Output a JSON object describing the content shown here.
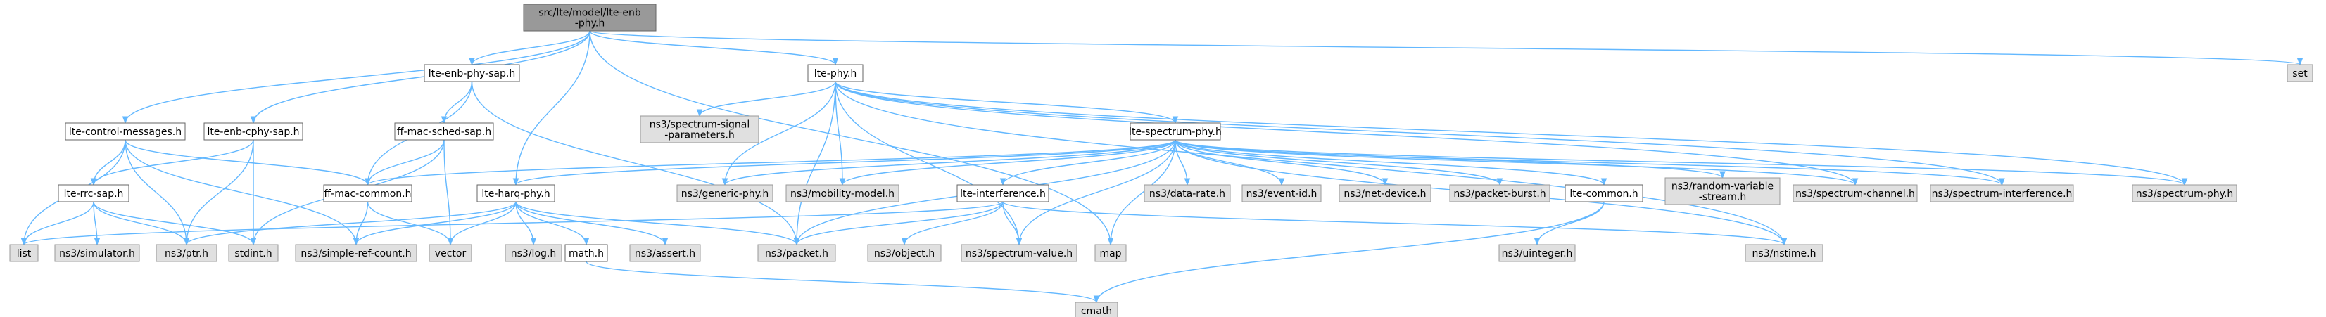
{
  "nodes": [
    {
      "id": "root",
      "lines": [
        "src/lte/model/lte-enb",
        "-phy.h"
      ],
      "style": "root"
    },
    {
      "id": "set",
      "lines": [
        "set"
      ],
      "style": "gray"
    },
    {
      "id": "lte-control-messages",
      "lines": [
        "lte-control-messages.h"
      ],
      "style": "white"
    },
    {
      "id": "lte-enb-cphy-sap",
      "lines": [
        "lte-enb-cphy-sap.h"
      ],
      "style": "white"
    },
    {
      "id": "lte-enb-phy-sap",
      "lines": [
        "lte-enb-phy-sap.h"
      ],
      "style": "white"
    },
    {
      "id": "lte-phy",
      "lines": [
        "lte-phy.h"
      ],
      "style": "white"
    },
    {
      "id": "ff-mac-sched-sap",
      "lines": [
        "ff-mac-sched-sap.h"
      ],
      "style": "white"
    },
    {
      "id": "spectrum-signal-parameters",
      "lines": [
        "ns3/spectrum-signal",
        "-parameters.h"
      ],
      "style": "gray"
    },
    {
      "id": "lte-spectrum-phy",
      "lines": [
        "lte-spectrum-phy.h"
      ],
      "style": "white"
    },
    {
      "id": "lte-rrc-sap",
      "lines": [
        "lte-rrc-sap.h"
      ],
      "style": "white"
    },
    {
      "id": "ff-mac-common",
      "lines": [
        "ff-mac-common.h"
      ],
      "style": "white"
    },
    {
      "id": "lte-harq-phy",
      "lines": [
        "lte-harq-phy.h"
      ],
      "style": "white"
    },
    {
      "id": "generic-phy",
      "lines": [
        "ns3/generic-phy.h"
      ],
      "style": "gray"
    },
    {
      "id": "mobility-model",
      "lines": [
        "ns3/mobility-model.h"
      ],
      "style": "gray"
    },
    {
      "id": "lte-interference",
      "lines": [
        "lte-interference.h"
      ],
      "style": "white"
    },
    {
      "id": "data-rate",
      "lines": [
        "ns3/data-rate.h"
      ],
      "style": "gray"
    },
    {
      "id": "event-id",
      "lines": [
        "ns3/event-id.h"
      ],
      "style": "gray"
    },
    {
      "id": "net-device",
      "lines": [
        "ns3/net-device.h"
      ],
      "style": "gray"
    },
    {
      "id": "packet-burst",
      "lines": [
        "ns3/packet-burst.h"
      ],
      "style": "gray"
    },
    {
      "id": "lte-common",
      "lines": [
        "lte-common.h"
      ],
      "style": "white"
    },
    {
      "id": "random-variable-stream",
      "lines": [
        "ns3/random-variable",
        "-stream.h"
      ],
      "style": "gray"
    },
    {
      "id": "spectrum-channel",
      "lines": [
        "ns3/spectrum-channel.h"
      ],
      "style": "gray"
    },
    {
      "id": "spectrum-interference",
      "lines": [
        "ns3/spectrum-interference.h"
      ],
      "style": "gray"
    },
    {
      "id": "spectrum-phy",
      "lines": [
        "ns3/spectrum-phy.h"
      ],
      "style": "gray"
    },
    {
      "id": "list",
      "lines": [
        "list"
      ],
      "style": "gray"
    },
    {
      "id": "simulator",
      "lines": [
        "ns3/simulator.h"
      ],
      "style": "gray"
    },
    {
      "id": "ptr",
      "lines": [
        "ns3/ptr.h"
      ],
      "style": "gray"
    },
    {
      "id": "stdint",
      "lines": [
        "stdint.h"
      ],
      "style": "gray"
    },
    {
      "id": "simple-ref-count",
      "lines": [
        "ns3/simple-ref-count.h"
      ],
      "style": "gray"
    },
    {
      "id": "vector",
      "lines": [
        "vector"
      ],
      "style": "gray"
    },
    {
      "id": "log",
      "lines": [
        "ns3/log.h"
      ],
      "style": "gray"
    },
    {
      "id": "math",
      "lines": [
        "math.h"
      ],
      "style": "white"
    },
    {
      "id": "assert",
      "lines": [
        "ns3/assert.h"
      ],
      "style": "gray"
    },
    {
      "id": "packet",
      "lines": [
        "ns3/packet.h"
      ],
      "style": "gray"
    },
    {
      "id": "object",
      "lines": [
        "ns3/object.h"
      ],
      "style": "gray"
    },
    {
      "id": "spectrum-value",
      "lines": [
        "ns3/spectrum-value.h"
      ],
      "style": "gray"
    },
    {
      "id": "map",
      "lines": [
        "map"
      ],
      "style": "gray"
    },
    {
      "id": "uinteger",
      "lines": [
        "ns3/uinteger.h"
      ],
      "style": "gray"
    },
    {
      "id": "nstime",
      "lines": [
        "ns3/nstime.h"
      ],
      "style": "gray"
    },
    {
      "id": "cmath",
      "lines": [
        "cmath"
      ],
      "style": "gray"
    }
  ],
  "edges": [
    [
      "root",
      "set"
    ],
    [
      "root",
      "lte-control-messages"
    ],
    [
      "root",
      "lte-enb-cphy-sap"
    ],
    [
      "root",
      "lte-enb-phy-sap"
    ],
    [
      "root",
      "lte-phy"
    ],
    [
      "root",
      "lte-harq-phy"
    ],
    [
      "root",
      "map"
    ],
    [
      "lte-control-messages",
      "list"
    ],
    [
      "lte-control-messages",
      "lte-rrc-sap"
    ],
    [
      "lte-control-messages",
      "ff-mac-common"
    ],
    [
      "lte-control-messages",
      "ptr"
    ],
    [
      "lte-control-messages",
      "simple-ref-count"
    ],
    [
      "lte-enb-cphy-sap",
      "lte-rrc-sap"
    ],
    [
      "lte-enb-cphy-sap",
      "ptr"
    ],
    [
      "lte-enb-cphy-sap",
      "stdint"
    ],
    [
      "lte-enb-phy-sap",
      "ff-mac-sched-sap"
    ],
    [
      "lte-enb-phy-sap",
      "ff-mac-common"
    ],
    [
      "lte-enb-phy-sap",
      "packet"
    ],
    [
      "ff-mac-sched-sap",
      "ff-mac-common"
    ],
    [
      "ff-mac-sched-sap",
      "stdint"
    ],
    [
      "ff-mac-sched-sap",
      "vector"
    ],
    [
      "lte-rrc-sap",
      "list"
    ],
    [
      "lte-rrc-sap",
      "simulator"
    ],
    [
      "lte-rrc-sap",
      "ptr"
    ],
    [
      "lte-rrc-sap",
      "stdint"
    ],
    [
      "ff-mac-common",
      "simple-ref-count"
    ],
    [
      "ff-mac-common",
      "vector"
    ],
    [
      "lte-phy",
      "spectrum-signal-parameters"
    ],
    [
      "lte-phy",
      "lte-spectrum-phy"
    ],
    [
      "lte-phy",
      "generic-phy"
    ],
    [
      "lte-phy",
      "mobility-model"
    ],
    [
      "lte-phy",
      "packet"
    ],
    [
      "lte-phy",
      "spectrum-value"
    ],
    [
      "lte-phy",
      "spectrum-channel"
    ],
    [
      "lte-phy",
      "spectrum-interference"
    ],
    [
      "lte-phy",
      "spectrum-phy"
    ],
    [
      "lte-phy",
      "nstime"
    ],
    [
      "lte-spectrum-phy",
      "ff-mac-common"
    ],
    [
      "lte-spectrum-phy",
      "lte-harq-phy"
    ],
    [
      "lte-spectrum-phy",
      "generic-phy"
    ],
    [
      "lte-spectrum-phy",
      "mobility-model"
    ],
    [
      "lte-spectrum-phy",
      "lte-interference"
    ],
    [
      "lte-spectrum-phy",
      "data-rate"
    ],
    [
      "lte-spectrum-phy",
      "event-id"
    ],
    [
      "lte-spectrum-phy",
      "net-device"
    ],
    [
      "lte-spectrum-phy",
      "packet-burst"
    ],
    [
      "lte-spectrum-phy",
      "lte-common"
    ],
    [
      "lte-spectrum-phy",
      "random-variable-stream"
    ],
    [
      "lte-spectrum-phy",
      "spectrum-channel"
    ],
    [
      "lte-spectrum-phy",
      "spectrum-interference"
    ],
    [
      "lte-spectrum-phy",
      "spectrum-phy"
    ],
    [
      "lte-spectrum-phy",
      "packet"
    ],
    [
      "lte-spectrum-phy",
      "spectrum-value"
    ],
    [
      "lte-spectrum-phy",
      "map"
    ],
    [
      "lte-spectrum-phy",
      "nstime"
    ],
    [
      "lte-harq-phy",
      "simple-ref-count"
    ],
    [
      "lte-harq-phy",
      "vector"
    ],
    [
      "lte-harq-phy",
      "log"
    ],
    [
      "lte-harq-phy",
      "math"
    ],
    [
      "lte-harq-phy",
      "assert"
    ],
    [
      "lte-harq-phy",
      "packet"
    ],
    [
      "lte-harq-phy",
      "ptr"
    ],
    [
      "math",
      "cmath"
    ],
    [
      "lte-interference",
      "list"
    ],
    [
      "lte-interference",
      "packet"
    ],
    [
      "lte-interference",
      "object"
    ],
    [
      "lte-interference",
      "spectrum-value"
    ],
    [
      "lte-interference",
      "nstime"
    ],
    [
      "lte-common",
      "uinteger"
    ],
    [
      "lte-common",
      "cmath"
    ]
  ]
}
